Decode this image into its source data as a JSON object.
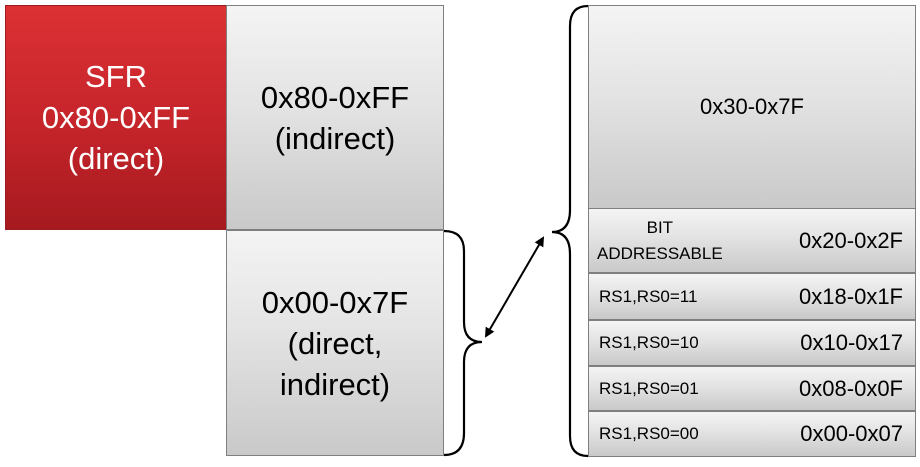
{
  "sfr": {
    "lines": [
      "SFR",
      "0x80-0xFF",
      "(direct)"
    ],
    "color": "#c4242a"
  },
  "upper_ram": {
    "lines": [
      "0x80-0xFF",
      "(indirect)"
    ]
  },
  "lower_ram": {
    "lines": [
      "0x00-0x7F",
      "(direct,",
      "indirect)"
    ]
  },
  "lower_ram_detail": {
    "general_purpose": {
      "range": "0x30-0x7F"
    },
    "bit_addressable": {
      "label_lines": [
        "BIT",
        "ADDRESSABLE"
      ],
      "range": "0x20-0x2F"
    },
    "banks": [
      {
        "label": "RS1,RS0=11",
        "range": "0x18-0x1F"
      },
      {
        "label": "RS1,RS0=10",
        "range": "0x10-0x17"
      },
      {
        "label": "RS1,RS0=01",
        "range": "0x08-0x0F"
      },
      {
        "label": "RS1,RS0=00",
        "range": "0x00-0x07"
      }
    ]
  }
}
